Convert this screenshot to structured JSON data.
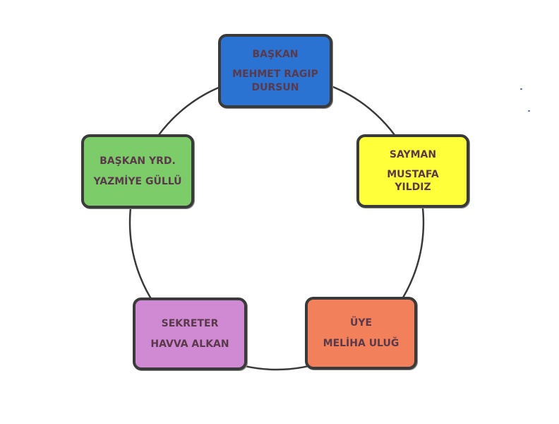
{
  "nodes": [
    {
      "id": "baskan",
      "role": "BAŞKAN",
      "name": "MEHMET RAGIP\nDURSUN",
      "color": "#2b73d3"
    },
    {
      "id": "sayman",
      "role": "SAYMAN",
      "name": "MUSTAFA\nYILDIZ",
      "color": "#ffff3a"
    },
    {
      "id": "uye",
      "role": "ÜYE",
      "name": "MELİHA ULUĞ",
      "color": "#f2805a"
    },
    {
      "id": "sekreter",
      "role": "SEKRETER",
      "name": "HAVVA ALKAN",
      "color": "#d08ad4"
    },
    {
      "id": "baskan-yrd",
      "role": "BAŞKAN YRD.",
      "name": "YAZMİYE GÜLLÜ",
      "color": "#7ccd6a"
    }
  ]
}
